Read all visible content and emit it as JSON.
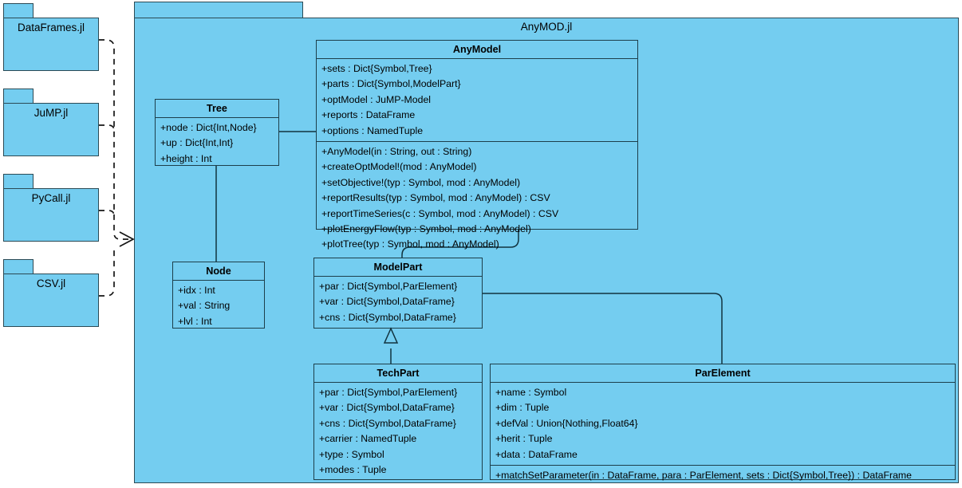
{
  "diagram": {
    "type": "uml-class-diagram",
    "fill_color": "#74cdf0",
    "border_color": "#1d3f4b",
    "background": "#ffffff"
  },
  "external_packages": [
    {
      "name": "DataFrames.jl"
    },
    {
      "name": "JuMP.jl"
    },
    {
      "name": "PyCall.jl"
    },
    {
      "name": "CSV.jl"
    }
  ],
  "main_package": {
    "name": "AnyMOD.jl"
  },
  "classes": {
    "any_model": {
      "name": "AnyModel",
      "attributes": [
        "+sets : Dict{Symbol,Tree}",
        "+parts : Dict{Symbol,ModelPart}",
        "+optModel : JuMP-Model",
        "+reports : DataFrame",
        "+options : NamedTuple"
      ],
      "operations": [
        "+AnyModel(in : String, out : String)",
        "+createOptModel!(mod : AnyModel)",
        "+setObjective!(typ : Symbol, mod : AnyModel)",
        "+reportResults(typ : Symbol, mod : AnyModel) : CSV",
        "+reportTimeSeries(c : Symbol, mod : AnyModel) : CSV",
        "+plotEnergyFlow(typ : Symbol, mod : AnyModel)",
        "+plotTree(typ : Symbol, mod : AnyModel)"
      ]
    },
    "tree": {
      "name": "Tree",
      "attributes": [
        "+node : Dict{Int,Node}",
        "+up : Dict{Int,Int}",
        "+height : Int"
      ],
      "operations": []
    },
    "node": {
      "name": "Node",
      "attributes": [
        "+idx : Int",
        "+val : String",
        "+lvl : Int"
      ],
      "operations": []
    },
    "model_part": {
      "name": "ModelPart",
      "attributes": [
        "+par : Dict{Symbol,ParElement}",
        "+var : Dict{Symbol,DataFrame}",
        "+cns : Dict{Symbol,DataFrame}"
      ],
      "operations": []
    },
    "tech_part": {
      "name": "TechPart",
      "attributes": [
        "+par : Dict{Symbol,ParElement}",
        "+var : Dict{Symbol,DataFrame}",
        "+cns : Dict{Symbol,DataFrame}",
        "+carrier : NamedTuple",
        "+type : Symbol",
        "+modes : Tuple"
      ],
      "operations": []
    },
    "par_element": {
      "name": "ParElement",
      "attributes": [
        "+name : Symbol",
        "+dim : Tuple",
        "+defVal : Union{Nothing,Float64}",
        "+herit : Tuple",
        "+data : DataFrame"
      ],
      "operations": [
        "+matchSetParameter(in : DataFrame, para : ParElement, sets : Dict{Symbol,Tree}) : DataFrame"
      ]
    }
  }
}
